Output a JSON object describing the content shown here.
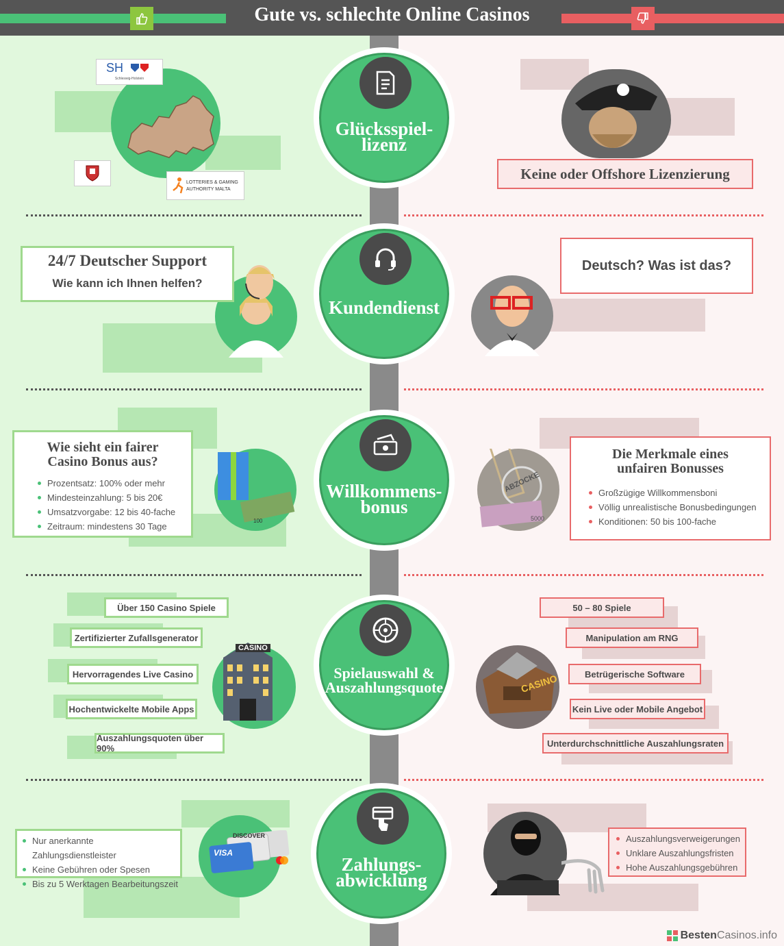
{
  "header": {
    "title": "Gute vs. schlechte Online Casinos"
  },
  "colors": {
    "green": "#4ac177",
    "red": "#e85f61",
    "dark": "#4a4a4a",
    "axis": "#8a8a8a"
  },
  "sections": {
    "license": {
      "label_line1": "Glücksspiel-",
      "label_line2": "lizenz",
      "good": {
        "badge_sh": "SH",
        "badge_sh_sub": "Schleswig-Holstein",
        "badge_malta_line1": "LOTTERIES & GAMING",
        "badge_malta_line2": "AUTHORITY MALTA"
      },
      "bad": {
        "text": "Keine oder Offshore Lizenzierung"
      }
    },
    "support": {
      "label": "Kundendienst",
      "good": {
        "title": "24/7 Deutscher Support",
        "subtitle": "Wie kann ich Ihnen helfen?"
      },
      "bad": {
        "text": "Deutsch? Was ist das?"
      }
    },
    "bonus": {
      "label_line1": "Willkommens-",
      "label_line2": "bonus",
      "good": {
        "title_line1": "Wie sieht ein fairer",
        "title_line2": "Casino Bonus aus?",
        "items": [
          "Prozentsatz: 100% oder mehr",
          "Mindesteinzahlung: 5 bis 20€",
          "Umsatzvorgabe: 12 bis 40-fache",
          "Zeitraum: mindestens 30 Tage"
        ]
      },
      "bad": {
        "title_line1": "Die Merkmale eines",
        "title_line2": "unfairen Bonusses",
        "items": [
          "Großzügige Willkommensboni",
          "Völlig unrealistische Bonusbedingungen",
          "Konditionen: 50 bis 100-fache"
        ],
        "stamp": "ABZOCKE",
        "banknote": "5000",
        "bundle": "100"
      }
    },
    "games": {
      "label_line1": "Spielauswahl &",
      "label_line2": "Auszahlungsquote",
      "good": {
        "building_sign": "CASINO",
        "items": [
          "Über 150 Casino Spiele",
          "Zertifizierter Zufallsgenerator",
          "Hervorragendes Live Casino",
          "Hochentwickelte Mobile Apps",
          "Auszahlungsquoten über 90%"
        ]
      },
      "bad": {
        "building_sign": "CASINO",
        "items": [
          "50 – 80 Spiele",
          "Manipulation am RNG",
          "Betrügerische Software",
          "Kein Live oder Mobile Angebot",
          "Unterdurchschnittliche Auszahlungsraten"
        ]
      }
    },
    "payment": {
      "label_line1": "Zahlungs-",
      "label_line2": "abwicklung",
      "good": {
        "items": [
          "Nur anerkannte Zahlungsdienstleister",
          "Keine Gebühren oder Spesen",
          "Bis zu 5 Werktagen Bearbeitungszeit"
        ],
        "card_visa": "VISA",
        "card_discover": "DISCOVER"
      },
      "bad": {
        "items": [
          "Auszahlungsverweigerungen",
          "Unklare Auszahlungsfristen",
          "Hohe Auszahlungsgebühren"
        ]
      }
    }
  },
  "footer": {
    "brand_bold": "Besten",
    "brand_rest": "Casinos.info"
  }
}
